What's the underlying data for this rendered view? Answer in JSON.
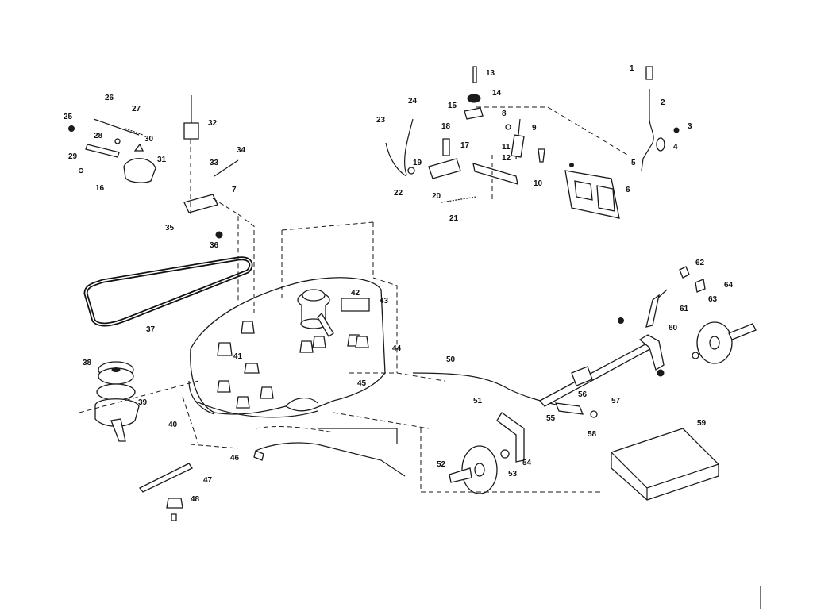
{
  "diagram": {
    "callouts": [
      "1",
      "2",
      "3",
      "4",
      "5",
      "6",
      "7",
      "8",
      "9",
      "10",
      "11",
      "12",
      "13",
      "14",
      "15",
      "16",
      "17",
      "18",
      "19",
      "20",
      "21",
      "22",
      "23",
      "24",
      "25",
      "26",
      "27",
      "28",
      "29",
      "30",
      "31",
      "32",
      "33",
      "34",
      "35",
      "36",
      "37",
      "38",
      "39",
      "40",
      "41",
      "42",
      "43",
      "44",
      "45",
      "46",
      "47",
      "48",
      "50",
      "51",
      "52",
      "53",
      "54",
      "55",
      "56",
      "57",
      "58",
      "59",
      "60",
      "61",
      "62",
      "63",
      "64"
    ]
  },
  "colors": {
    "ink": "#1a1a1a",
    "paper": "#ffffff"
  }
}
